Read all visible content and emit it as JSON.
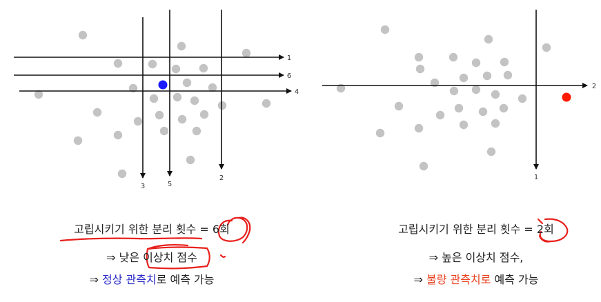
{
  "colors": {
    "point": "#c3c3c3",
    "line": "#111111",
    "normal_point": "#1a1aff",
    "anomaly_point": "#ff1a00",
    "annotation": "#e8201c",
    "blue_text": "#2a2ac8",
    "red_text": "#e8401c"
  },
  "left_panel": {
    "split_labels": [
      "1",
      "6",
      "4",
      "3",
      "5",
      "2"
    ],
    "captions": {
      "line1": "고립시키기 위한 분리 횟수 = 6회",
      "line2": "⇒ 낮은 이상치 점수",
      "line3_prefix": "⇒ ",
      "line3_highlight": "정상 관측치",
      "line3_suffix": "로 예측 가능"
    }
  },
  "right_panel": {
    "split_labels": [
      "2",
      "1"
    ],
    "captions": {
      "line1": "고립시키기 위한 분리 횟수 = 2회",
      "line2": "⇒ 높은 이상치 점수,",
      "line3_prefix": "⇒ ",
      "line3_highlight": "불량 관측치로",
      "line3_suffix": " 예측 가능"
    }
  }
}
